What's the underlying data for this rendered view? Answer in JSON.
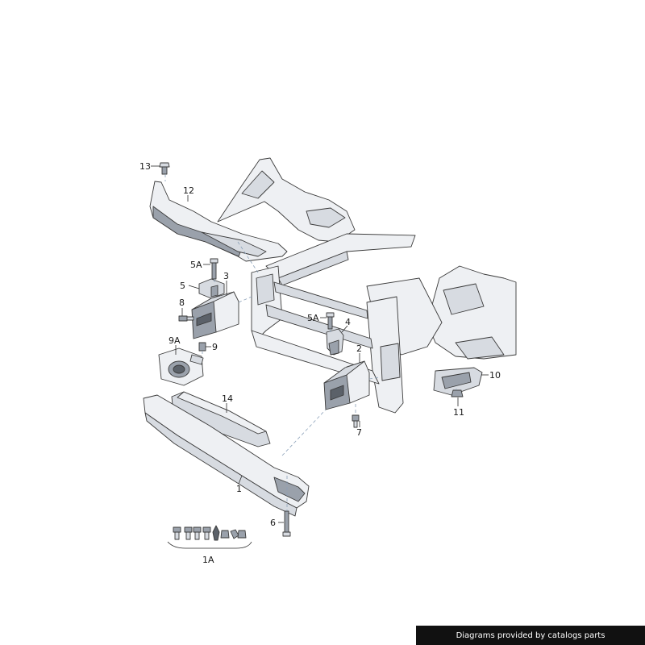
{
  "callouts": {
    "c1": "1",
    "c1a": "1A",
    "c2": "2",
    "c3": "3",
    "c4": "4",
    "c5": "5",
    "c5a_left": "5A",
    "c5a_right": "5A",
    "c6": "6",
    "c7": "7",
    "c8": "8",
    "c9": "9",
    "c9a": "9A",
    "c10": "10",
    "c11": "11",
    "c12": "12",
    "c13": "13",
    "c14": "14"
  },
  "credit": "Diagrams provided by catalogs parts"
}
